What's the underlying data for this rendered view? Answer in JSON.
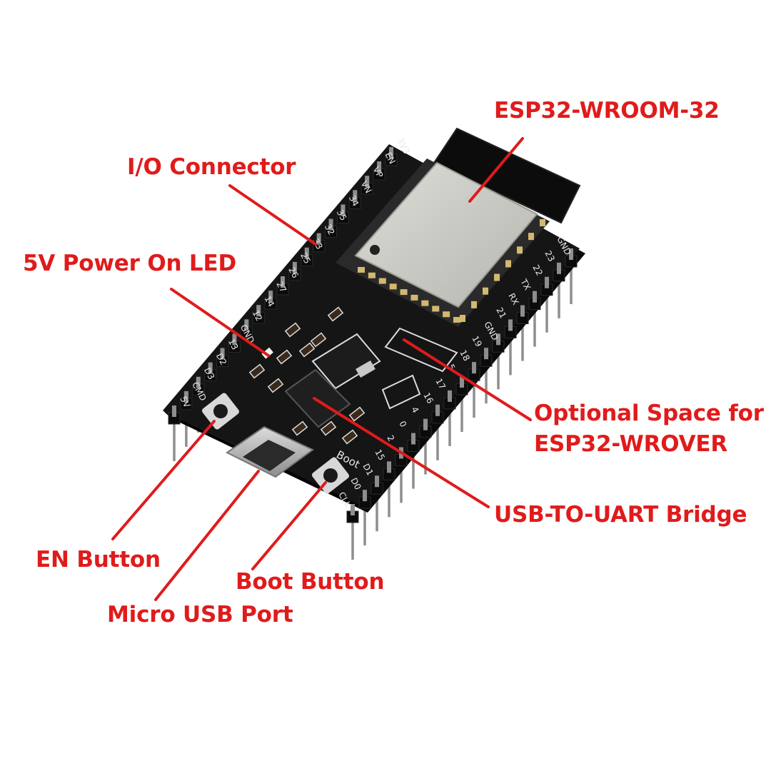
{
  "diagram": {
    "board_labels": {
      "pins_left": [
        "3V3",
        "EN",
        "VP",
        "VN",
        "34",
        "35",
        "32",
        "33",
        "25",
        "26",
        "27",
        "14",
        "12",
        "GND",
        "13",
        "D2",
        "D3",
        "CMD",
        "5V"
      ],
      "pins_right": [
        "GND",
        "23",
        "22",
        "TX",
        "RX",
        "21",
        "GND",
        "19",
        "18",
        "5",
        "17",
        "16",
        "4",
        "0",
        "2",
        "15",
        "D1",
        "D0",
        "CLK"
      ],
      "boot_silkscreen": "Boot"
    },
    "callouts": {
      "esp32_wroom": "ESP32-WROOM-32",
      "io_connector": "I/O Connector",
      "power_led": "5V Power On LED",
      "optional_space_line1": "Optional Space for",
      "optional_space_line2": "ESP32-WROVER",
      "usb_uart": "USB-TO-UART Bridge",
      "en_button": "EN Button",
      "boot_button": "Boot Button",
      "micro_usb": "Micro USB Port"
    }
  },
  "colors": {
    "background": "#ffffff",
    "callout": "#e01b1b",
    "pcb": "#141414",
    "module_shield": "#cfcfca",
    "antenna": "#0c0c0c",
    "pins": "#8e8e8e",
    "silkscreen": "#e8e8e8"
  }
}
